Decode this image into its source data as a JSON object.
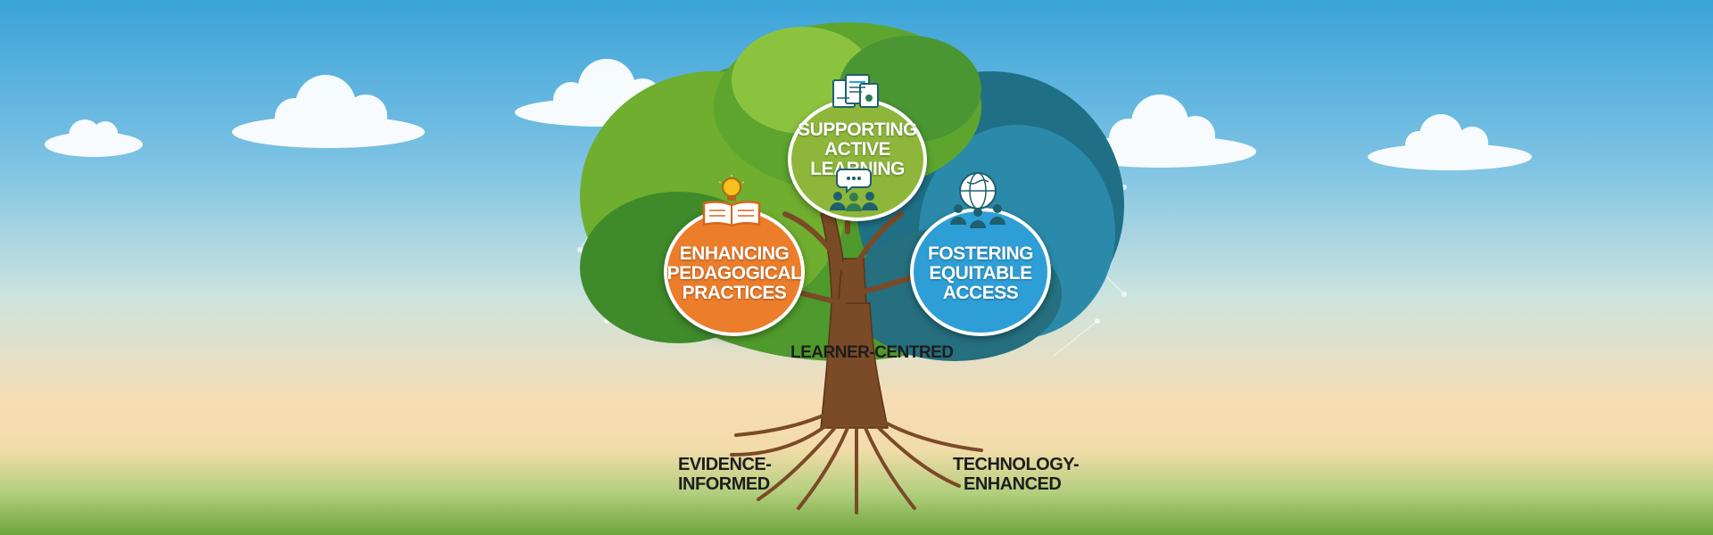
{
  "circles": {
    "supporting": {
      "line1": "SUPPORTING",
      "line2": "ACTIVE LEARNING",
      "color": "#8db63a"
    },
    "enhancing": {
      "line1": "ENHANCING",
      "line2": "PEDAGOGICAL",
      "line3": "PRACTICES",
      "color": "#ec7d2b"
    },
    "fostering": {
      "line1": "FOSTERING",
      "line2": "EQUITABLE",
      "line3": "ACCESS",
      "color": "#2e9fd6"
    }
  },
  "labels": {
    "learner_centred": "LEARNER-CENTRED",
    "evidence": {
      "line1": "EVIDENCE-",
      "line2": "INFORMED"
    },
    "technology": {
      "line1": "TECHNOLOGY-",
      "line2": "ENHANCED"
    }
  },
  "icons": [
    "book-lightbulb-icon",
    "documents-icon",
    "discussion-group-icon",
    "globe-people-icon"
  ]
}
